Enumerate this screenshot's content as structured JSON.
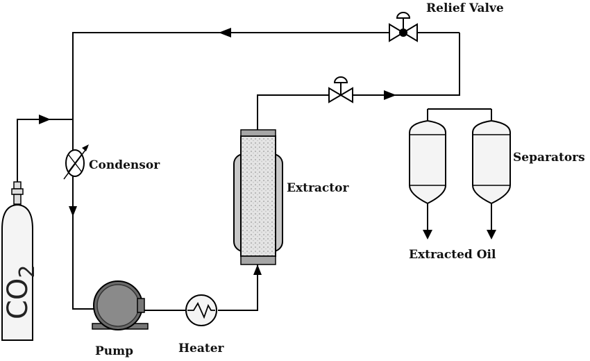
{
  "diagram": {
    "labels": {
      "relief_valve": "Relief Valve",
      "condensor": "Condensor",
      "extractor": "Extractor",
      "separators": "Separators",
      "extracted_oil": "Extracted Oil",
      "pump": "Pump",
      "heater": "Heater",
      "co2_cylinder": "CO2"
    },
    "colors": {
      "line": "#000000",
      "equipment_fill": "#f2f2f2",
      "extractor_jacket": "#c8c8c8",
      "extractor_cap": "#a6a6a6",
      "pump_body": "#6e6e6e"
    }
  }
}
